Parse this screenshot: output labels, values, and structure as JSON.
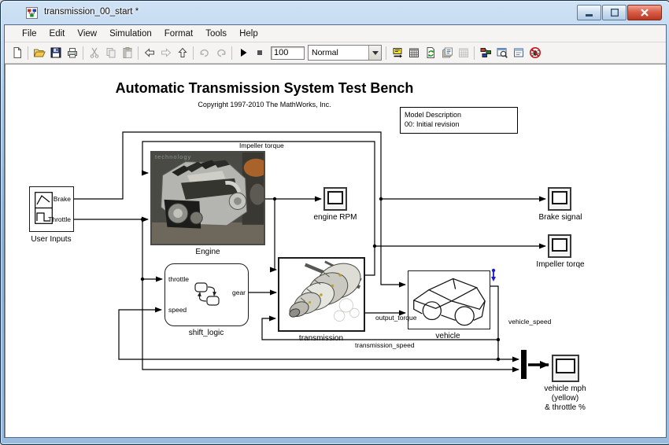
{
  "window": {
    "title": "transmission_00_start *",
    "controls": [
      "minimize",
      "maximize",
      "close"
    ]
  },
  "menu": {
    "items": [
      "File",
      "Edit",
      "View",
      "Simulation",
      "Format",
      "Tools",
      "Help"
    ]
  },
  "toolbar": {
    "sim_time": "100",
    "sim_mode": "Normal",
    "icons": [
      "new-model",
      "open",
      "save",
      "print",
      "cut",
      "copy",
      "paste",
      "navigate-back",
      "navigate-forward",
      "navigate-up",
      "undo",
      "redo",
      "start-simulation",
      "stop-simulation",
      "build-target",
      "library",
      "update-diagram",
      "simulation-report",
      "disabled-library",
      "library-browser",
      "model-browser",
      "model-workspace",
      "debug"
    ]
  },
  "canvas": {
    "title": "Automatic Transmission System Test Bench",
    "copyright": "Copyright 1997-2010 The MathWorks, Inc.",
    "model_description": {
      "line1": "Model Description",
      "line2": "00: Initial revision"
    },
    "blocks": {
      "user_inputs": {
        "label": "User Inputs",
        "port_brake": "Brake",
        "port_throttle": "Throttle"
      },
      "engine": {
        "label": "Engine",
        "photo_text": "technology"
      },
      "engine_rpm_scope": {
        "label": "engine RPM"
      },
      "shift_logic": {
        "label": "shift_logic",
        "port_throttle": "throttle",
        "port_speed": "speed",
        "port_gear": "gear"
      },
      "transmission": {
        "label": "transmission"
      },
      "vehicle": {
        "label": "vehicle"
      },
      "brake_signal_scope": {
        "label": "Brake signal"
      },
      "impeller_torque_scope": {
        "label": "Impeller torqe"
      },
      "vehicle_mph_scope": {
        "label_line1": "vehicle mph",
        "label_line2": "(yellow)",
        "label_line3": "& throttle %"
      }
    },
    "signals": {
      "impeller_torque": "Impeller torque",
      "output_torque": "output_torque",
      "transmission_speed": "transmission_speed",
      "vehicle_speed": "vehicle_speed"
    }
  }
}
